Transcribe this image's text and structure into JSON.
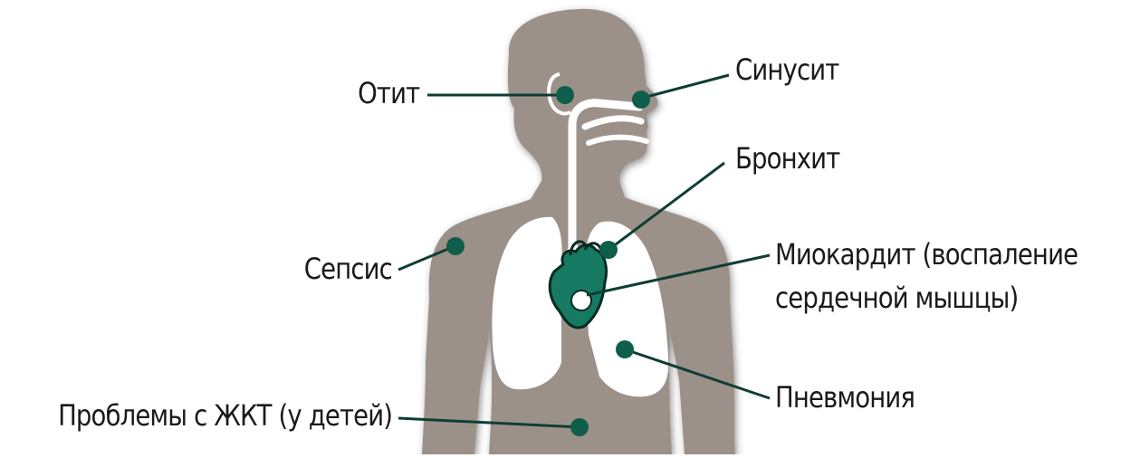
{
  "diagram": {
    "colors": {
      "body": "#9c9189",
      "body_shadow": "#3a3a3a",
      "lungs": "#ffffff",
      "heart": "#167a62",
      "dot": "#0f5e4b",
      "line": "#0f3d33",
      "text": "#1a1a1a"
    },
    "labels": {
      "otitis": "Отит",
      "sinusitis": "Синусит",
      "bronchitis": "Бронхит",
      "sepsis": "Сепсис",
      "myocarditis_line1": "Миокардит (воспаление",
      "myocarditis_line2": "сердечной мышцы)",
      "pneumonia": "Пневмония",
      "gi_problems": "Проблемы с ЖКТ (у детей)"
    }
  }
}
